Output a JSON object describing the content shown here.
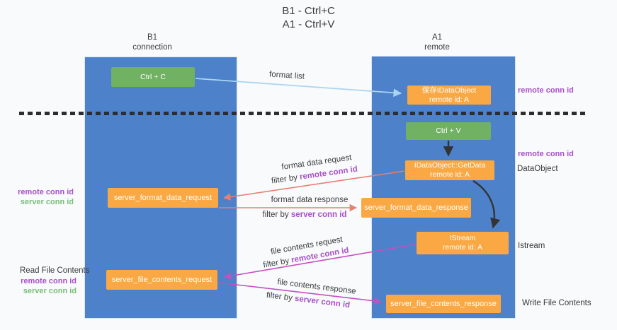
{
  "title": {
    "line1": "B1 - Ctrl+C",
    "line2": "A1 - Ctrl+V"
  },
  "lifelines": {
    "left": {
      "header1": "B1",
      "header2": "connection"
    },
    "right": {
      "header1": "A1",
      "header2": "remote"
    }
  },
  "nodes": {
    "ctrl_c": "Ctrl + C",
    "ctrl_v": "Ctrl + V",
    "store_dataobject": {
      "line1": "保存IDataObject",
      "line2": "remote id: A"
    },
    "getdata": {
      "line1": "IDataObject::GetData",
      "line2": "remote id: A"
    },
    "istream": {
      "line1": "IStream",
      "line2": "remote id: A"
    },
    "server_format_data_request": "server_format_data_request",
    "server_format_data_response": "server_format_data_response",
    "server_file_contents_request": "server_file_contents_request",
    "server_file_contents_response": "server_file_contents_response"
  },
  "labels": {
    "format_list": "format list",
    "format_data_request": "format data request",
    "format_data_response": "format data response",
    "file_contents_request": "file contents request",
    "file_contents_response": "file contents response",
    "filter_by": "filter by ",
    "remote_conn_id": "remote conn id",
    "server_conn_id": "server conn id",
    "read_file_contents": "Read File Contents",
    "write_file_contents": "Write File Contents",
    "dataobject": "DataObject",
    "istream": "Istream"
  },
  "colors": {
    "lifeline_blue": "#4d81ca",
    "node_orange": "#f9a843",
    "node_green": "#71b164",
    "arrow_lightblue": "#a9d5f2",
    "arrow_salmon": "#e87f73",
    "arrow_magenta": "#c251c2",
    "arrow_black": "#333333",
    "text_purple": "#a850c8",
    "text_green": "#79bd79",
    "background": "#f9fafb"
  }
}
